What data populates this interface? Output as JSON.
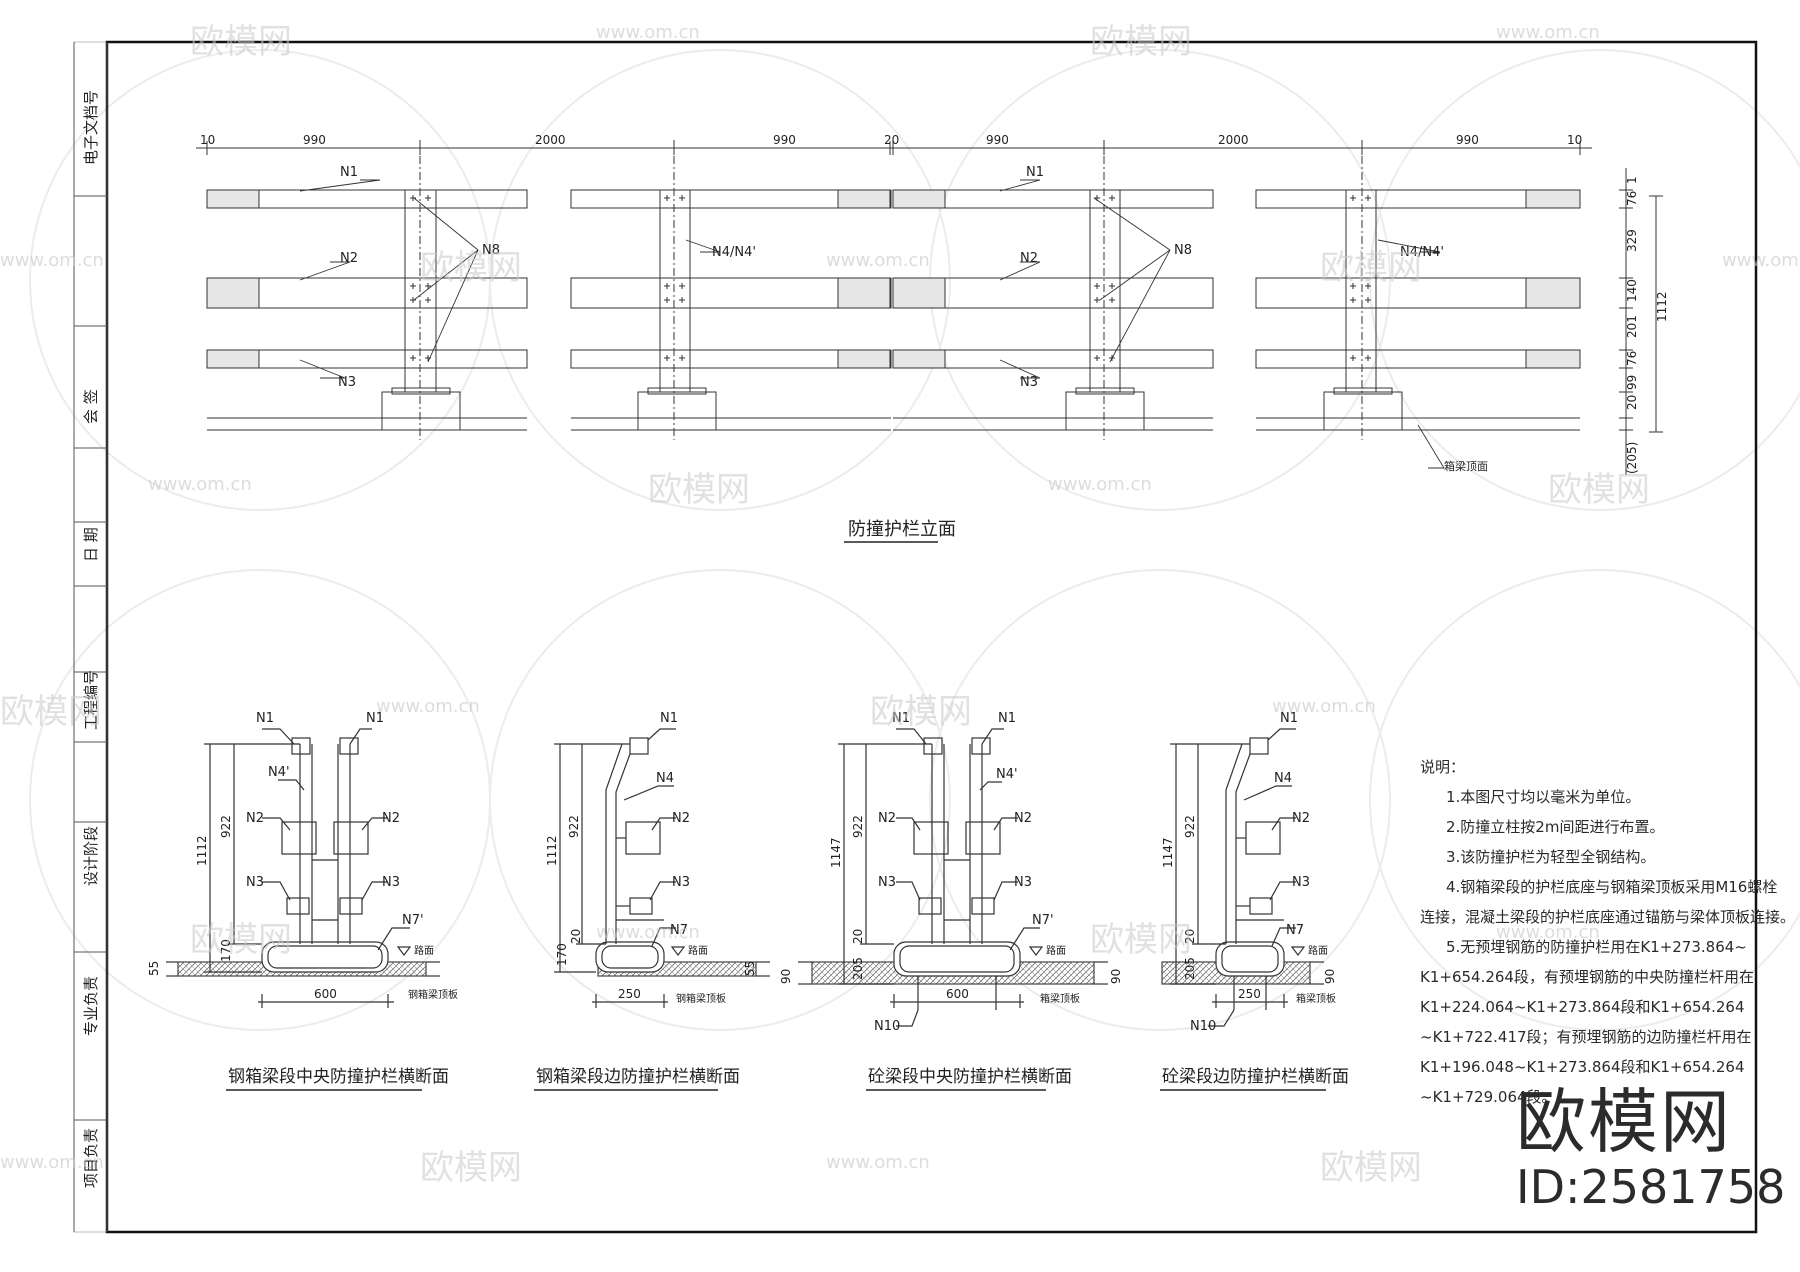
{
  "sidebar": {
    "cells": [
      "电子文档号",
      "会 签",
      "日 期",
      "工程编号",
      "设计阶段",
      "专业负责",
      "项目负责"
    ]
  },
  "elevation": {
    "title": "防撞护栏立面",
    "top_dims": [
      "10",
      "990",
      "2000",
      "990",
      "20",
      "990",
      "2000",
      "990",
      "10"
    ],
    "right_dims": [
      "1",
      "76",
      "329",
      "140",
      "201",
      "76",
      "99",
      "20",
      "(205)",
      "1112"
    ],
    "labels": {
      "n1a": "N1",
      "n1b": "N1",
      "n2a": "N2",
      "n2b": "N2",
      "n3a": "N3",
      "n3b": "N3",
      "n8a": "N8",
      "n8b": "N8",
      "n4a": "N4/N4'",
      "n4b": "N4/N4'",
      "deck": "箱梁顶面"
    }
  },
  "sections": [
    {
      "title": "钢箱梁段中央防撞护栏横断面",
      "dims": {
        "total": "1112",
        "upper": "922",
        "base": "170",
        "side": "55",
        "width": "600"
      },
      "labels": {
        "n1l": "N1",
        "n1r": "N1",
        "n4": "N4'",
        "n2l": "N2",
        "n2r": "N2",
        "n3l": "N3",
        "n3r": "N3",
        "n7": "N7'",
        "road": "路面",
        "deck": "钢箱梁顶板"
      }
    },
    {
      "title": "钢箱梁段边防撞护栏横断面",
      "dims": {
        "total": "1112",
        "upper": "922",
        "base": "170",
        "mid": "20",
        "side": "55",
        "width": "250"
      },
      "labels": {
        "n1": "N1",
        "n4": "N4",
        "n2": "N2",
        "n3": "N3",
        "n7": "N7",
        "road": "路面",
        "deck": "钢箱梁顶板"
      }
    },
    {
      "title": "砼梁段中央防撞护栏横断面",
      "dims": {
        "total": "1147",
        "upper": "922",
        "base": "205",
        "mid": "20",
        "left": "90",
        "right": "90",
        "width": "600"
      },
      "labels": {
        "n1l": "N1",
        "n1r": "N1",
        "n4": "N4'",
        "n2l": "N2",
        "n2r": "N2",
        "n3l": "N3",
        "n3r": "N3",
        "n7": "N7'",
        "road": "路面",
        "deck": "箱梁顶板",
        "n10": "N10"
      }
    },
    {
      "title": "砼梁段边防撞护栏横断面",
      "dims": {
        "total": "1147",
        "upper": "922",
        "base": "205",
        "mid": "20",
        "right": "90",
        "width": "250"
      },
      "labels": {
        "n1": "N1",
        "n4": "N4",
        "n2": "N2",
        "n3": "N3",
        "n7": "N7",
        "road": "路面",
        "deck": "箱梁顶板",
        "n10": "N10"
      }
    }
  ],
  "notes": {
    "heading": "说明：",
    "lines": [
      "1.本图尺寸均以毫米为单位。",
      "2.防撞立柱按2m间距进行布置。",
      "3.该防撞护栏为轻型全钢结构。",
      "4.钢箱梁段的护栏底座与钢箱梁顶板采用M16螺栓",
      "连接，混凝土梁段的护栏底座通过锚筋与梁体顶板连接。",
      "5.无预埋钢筋的防撞护栏用在K1+273.864~",
      "K1+654.264段，有预埋钢筋的中央防撞栏杆用在",
      "K1+224.064~K1+273.864段和K1+654.264",
      "~K1+722.417段；有预埋钢筋的边防撞栏杆用在",
      "K1+196.048~K1+273.864段和K1+654.264",
      "~K1+729.064段。"
    ]
  },
  "brand": {
    "logo": "欧模网",
    "id": "ID:2581758"
  },
  "watermark": {
    "brand": "欧模网",
    "url": "www.om.cn"
  }
}
